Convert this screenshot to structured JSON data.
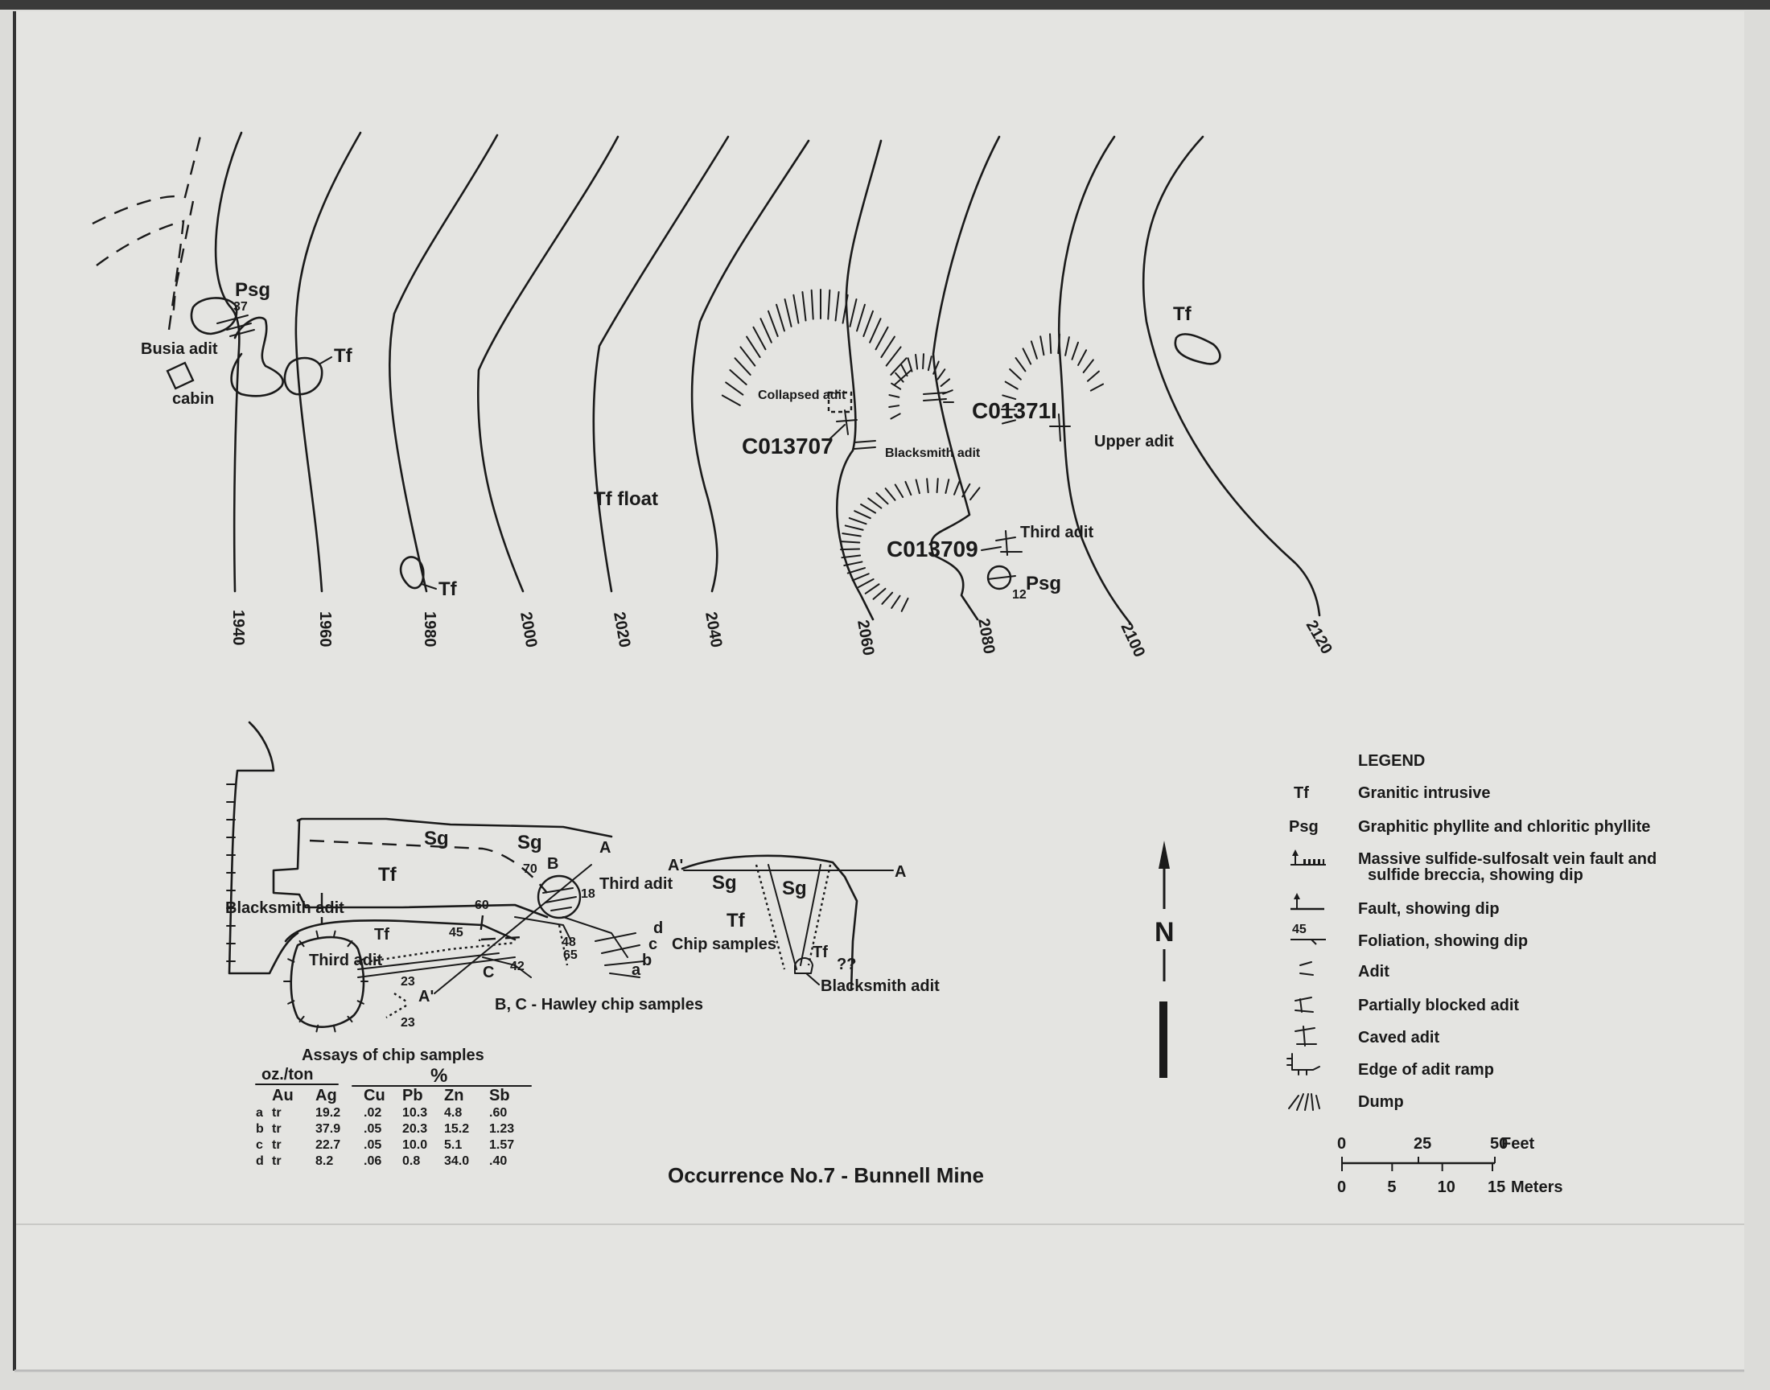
{
  "map": {
    "title": "Occurrence No.7 - Bunnell Mine",
    "north_label": "N",
    "colors": {
      "paper": "#dcdcd9",
      "ink": "#1a1a1a",
      "top_bar": "#3a3a3a"
    }
  },
  "contours": [
    {
      "value": "1940"
    },
    {
      "value": "1960"
    },
    {
      "value": "1980"
    },
    {
      "value": "2000"
    },
    {
      "value": "2020"
    },
    {
      "value": "2040"
    },
    {
      "value": "2060"
    },
    {
      "value": "2080"
    },
    {
      "value": "2100"
    },
    {
      "value": "2120"
    }
  ],
  "upper_labels": {
    "psg_north": "Psg",
    "psg_north_dip": "37",
    "busia_adit": "Busia adit",
    "cabin": "cabin",
    "tf_cabin": "Tf",
    "tf_1980": "Tf",
    "tf_float": "Tf float",
    "tf_east": "Tf",
    "collapsed_adit": "Collapsed adit",
    "co13707": "C013707",
    "blacksmith_adit": "Blacksmith adit",
    "co13711": "C01371I",
    "upper_adit": "Upper adit",
    "co13709": "C013709",
    "third_adit": "Third adit",
    "psg_south": "Psg",
    "psg_south_dip": "12"
  },
  "detail_labels": {
    "sg_top": "Sg",
    "sg_second": "Sg",
    "tf_main": "Tf",
    "tf_small": "Tf",
    "b": "B",
    "c": "C",
    "dip_70": "70",
    "dip_18": "18",
    "dip_60": "60",
    "dip_45": "45",
    "dip_42": "42",
    "dip_48": "48",
    "dip_65": "65",
    "dip_23a": "23",
    "dip_23b": "23",
    "a_north": "A",
    "a_south": "A'",
    "third_adit": "Third adit",
    "blacksmith_adit": "Blacksmith adit",
    "third_adit_room": "Third adit",
    "chip_samples": "Chip samples",
    "chip_a": "a",
    "chip_b": "b",
    "chip_c": "c",
    "chip_d": "d",
    "hawley": "B, C - Hawley chip samples"
  },
  "section": {
    "a_left": "A'",
    "a_right": "A",
    "sg1": "Sg",
    "sg2": "Sg",
    "tf_left": "Tf",
    "tf_right": "Tf",
    "query": "??",
    "blacksmith": "Blacksmith adit"
  },
  "assays": {
    "title": "Assays of chip samples",
    "unit_oz": "oz./ton",
    "unit_pct": "%",
    "headers": [
      "Au",
      "Ag",
      "Cu",
      "Pb",
      "Zn",
      "Sb"
    ],
    "rows": [
      {
        "id": "a",
        "values": [
          "tr",
          "19.2",
          ".02",
          "10.3",
          "4.8",
          ".60"
        ]
      },
      {
        "id": "b",
        "values": [
          "tr",
          "37.9",
          ".05",
          "20.3",
          "15.2",
          "1.23"
        ]
      },
      {
        "id": "c",
        "values": [
          "tr",
          "22.7",
          ".05",
          "10.0",
          "5.1",
          "1.57"
        ]
      },
      {
        "id": "d",
        "values": [
          "tr",
          "8.2",
          ".06",
          "0.8",
          "34.0",
          ".40"
        ]
      }
    ]
  },
  "legend": {
    "title": "LEGEND",
    "items": [
      {
        "symbol": "Tf",
        "text": "Granitic intrusive"
      },
      {
        "symbol": "Psg",
        "text": "Graphitic phyllite and chloritic phyllite"
      },
      {
        "symbol": "",
        "text": "Massive sulfide-sulfosalt vein fault and",
        "text2": "sulfide breccia, showing dip"
      },
      {
        "symbol": "",
        "text": "Fault, showing dip"
      },
      {
        "symbol": "45",
        "text": "Foliation, showing dip"
      },
      {
        "symbol": "",
        "text": "Adit"
      },
      {
        "symbol": "",
        "text": "Partially blocked adit"
      },
      {
        "symbol": "",
        "text": "Caved adit"
      },
      {
        "symbol": "",
        "text": "Edge of adit ramp"
      },
      {
        "symbol": "",
        "text": "Dump"
      }
    ]
  },
  "scale": {
    "feet_ticks": [
      "0",
      "25",
      "50"
    ],
    "feet_unit": "Feet",
    "meter_ticks": [
      "0",
      "5",
      "10",
      "15"
    ],
    "meter_unit": "Meters"
  }
}
